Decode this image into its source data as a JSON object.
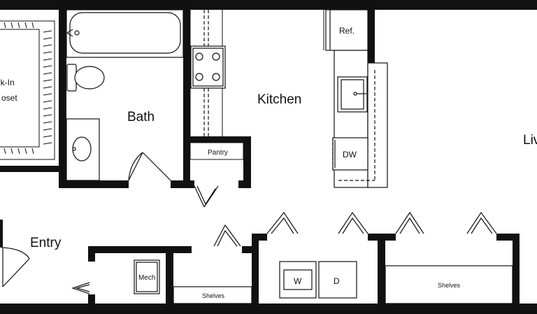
{
  "rooms": {
    "closet_line1": "lk-In",
    "closet_line2": "oset",
    "bath": "Bath",
    "kitchen": "Kitchen",
    "living": "Liv",
    "entry": "Entry"
  },
  "fixtures": {
    "refrigerator": "Ref.",
    "pantry": "Pantry",
    "dishwasher": "DW",
    "mechanical": "Mech",
    "washer": "W",
    "dryer": "D",
    "shelves_left": "Shelves",
    "shelves_right": "Shelves"
  }
}
